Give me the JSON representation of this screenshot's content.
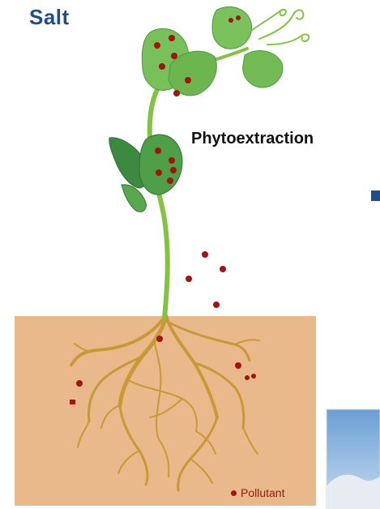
{
  "header": {
    "title": "Salt"
  },
  "diagram": {
    "process_label": "Phytoextraction"
  },
  "legend": {
    "label": "Pollutant"
  },
  "colors": {
    "soil": "#e9b98b",
    "root": "#c99936",
    "stem": "#84c341",
    "leaf_light": "#78c05a",
    "leaf_dark": "#3c8a40",
    "pollutant": "#a3130f",
    "title_blue": "#1f4e8c"
  }
}
